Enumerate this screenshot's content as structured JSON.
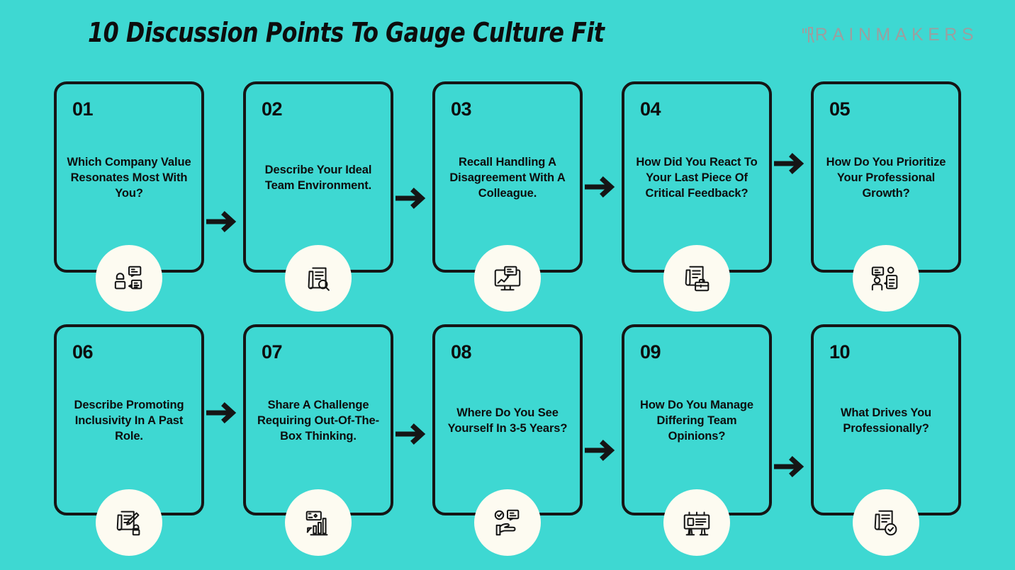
{
  "header": {
    "title": "10 Discussion Points To Gauge Culture Fit",
    "brand": "RAINMAKERS",
    "brand_mark_icon": "rainmakers-logo-mark"
  },
  "theme": {
    "background": "#3ed8d2",
    "card_border": "#151515",
    "icon_circle": "#fdfbf1",
    "text": "#0d0d0d",
    "brand_gray": "#9aa0a0"
  },
  "cards": [
    {
      "number": "01",
      "text": "Which Company Value Resonates Most With You?",
      "icon": "person-chat-feedback-icon"
    },
    {
      "number": "02",
      "text": "Describe Your Ideal Team Environment.",
      "icon": "document-search-icon"
    },
    {
      "number": "03",
      "text": "Recall Handling A Disagreement With A Colleague.",
      "icon": "monitor-chat-chart-icon"
    },
    {
      "number": "04",
      "text": "How Did You React To Your Last Piece Of Critical Feedback?",
      "icon": "document-briefcase-icon"
    },
    {
      "number": "05",
      "text": "How Do You Prioritize Your Professional Growth?",
      "icon": "two-people-chat-icon"
    },
    {
      "number": "06",
      "text": "Describe Promoting Inclusivity In A Past Role.",
      "icon": "document-pen-person-icon"
    },
    {
      "number": "07",
      "text": "Share A Challenge Requiring Out-Of-The-Box Thinking.",
      "icon": "growth-bar-chart-icon"
    },
    {
      "number": "08",
      "text": "Where Do You See Yourself In 3-5 Years?",
      "icon": "hand-check-chat-icon"
    },
    {
      "number": "09",
      "text": "How Do You Manage Differing Team Opinions?",
      "icon": "presentation-board-icon"
    },
    {
      "number": "10",
      "text": "What Drives You Professionally?",
      "icon": "document-check-icon"
    }
  ],
  "arrows": [
    {
      "name": "arrow-1-to-2",
      "icon": "arrow-right-icon"
    },
    {
      "name": "arrow-2-to-3",
      "icon": "arrow-right-icon"
    },
    {
      "name": "arrow-3-to-4",
      "icon": "arrow-right-icon"
    },
    {
      "name": "arrow-4-to-5",
      "icon": "arrow-right-icon"
    },
    {
      "name": "arrow-6-to-7",
      "icon": "arrow-right-icon"
    },
    {
      "name": "arrow-7-to-8",
      "icon": "arrow-right-icon"
    },
    {
      "name": "arrow-8-to-9",
      "icon": "arrow-right-icon"
    },
    {
      "name": "arrow-9-to-10",
      "icon": "arrow-right-icon"
    }
  ]
}
